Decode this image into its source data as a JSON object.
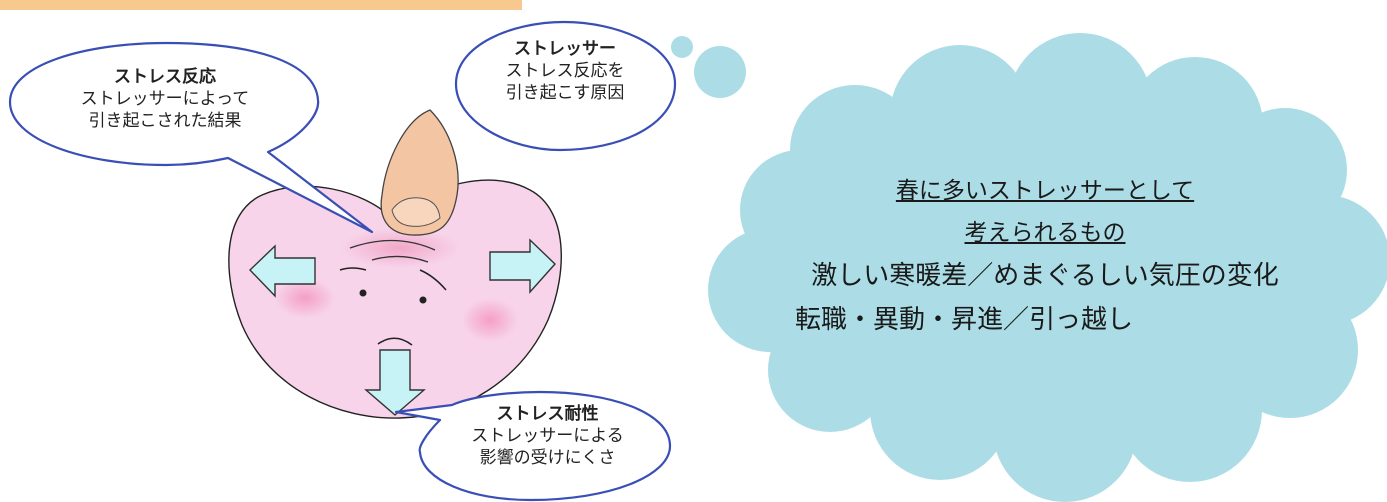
{
  "stress_reaction": {
    "title": "ストレス反応",
    "line1": "ストレッサーによって",
    "line2": "引き起こされた結果"
  },
  "stressor": {
    "title": "ストレッサー",
    "line1": "ストレス反応を",
    "line2": "引き起こす原因"
  },
  "stress_tolerance": {
    "title": "ストレス耐性",
    "line1": "ストレッサーによる",
    "line2": "影響の受けにくさ"
  },
  "cloud": {
    "heading_line1": "春に多いストレッサーとして",
    "heading_line2": "考えられるもの",
    "item1": "激しい寒暖差／めまぐるしい気圧の変化",
    "item2": "転職・異動・昇進／引っ越し"
  },
  "colors": {
    "bubble_border": "#3a4fb5",
    "heart_fill": "#f7d4ea",
    "arrow_fill": "#c7f3f6",
    "cloud_fill": "#acdde7",
    "top_bar": "#f8c98f"
  }
}
